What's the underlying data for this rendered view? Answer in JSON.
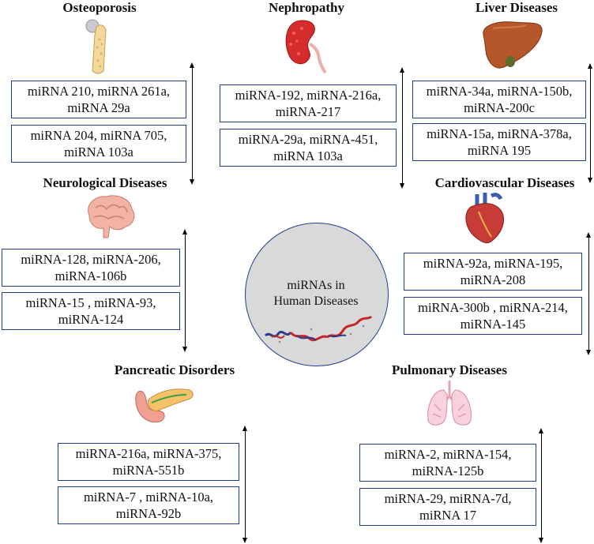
{
  "center": {
    "line1": "miRNAs in",
    "line2": "Human Diseases"
  },
  "groups": [
    {
      "title": "Osteoporosis",
      "boxes": [
        [
          "miRNA 210, miRNA 261a,",
          "miRNA 29a"
        ],
        [
          "miRNA 204, miRNA 705,",
          "miRNA 103a"
        ]
      ]
    },
    {
      "title": "Nephropathy",
      "boxes": [
        [
          "miRNA-192, miRNA-216a,",
          "miRNA-217"
        ],
        [
          "miRNA-29a, miRNA-451,",
          "miRNA 103a"
        ]
      ]
    },
    {
      "title": "Liver Diseases",
      "boxes": [
        [
          "miRNA-34a, miRNA-150b,",
          "miRNA-200c"
        ],
        [
          "miRNA-15a, miRNA-378a,",
          "miRNA 195"
        ]
      ]
    },
    {
      "title": "Neurological Diseases",
      "boxes": [
        [
          "miRNA-128, miRNA-206,",
          "miRNA-106b"
        ],
        [
          "miRNA-15 , miRNA-93,",
          "miRNA-124"
        ]
      ]
    },
    {
      "title": "Cardiovascular Diseases",
      "boxes": [
        [
          "miRNA-92a, miRNA-195,",
          "miRNA-208"
        ],
        [
          "miRNA-300b , miRNA-214,",
          "miRNA-145"
        ]
      ]
    },
    {
      "title": "Pancreatic Disorders",
      "boxes": [
        [
          "miRNA-216a, miRNA-375,",
          "miRNA-551b"
        ],
        [
          "miRNA-7 , miRNA-10a,",
          "miRNA-92b"
        ]
      ]
    },
    {
      "title": "Pulmonary Diseases",
      "boxes": [
        [
          "miRNA-2, miRNA-154,",
          "miRNA-125b"
        ],
        [
          "miRNA-29, miRNA-7d,",
          "miRNA 17"
        ]
      ]
    }
  ],
  "icons": [
    {
      "name": "bone-icon"
    },
    {
      "name": "kidney-icon"
    },
    {
      "name": "liver-icon"
    },
    {
      "name": "brain-icon"
    },
    {
      "name": "heart-icon"
    },
    {
      "name": "pancreas-icon"
    },
    {
      "name": "lungs-icon"
    }
  ]
}
